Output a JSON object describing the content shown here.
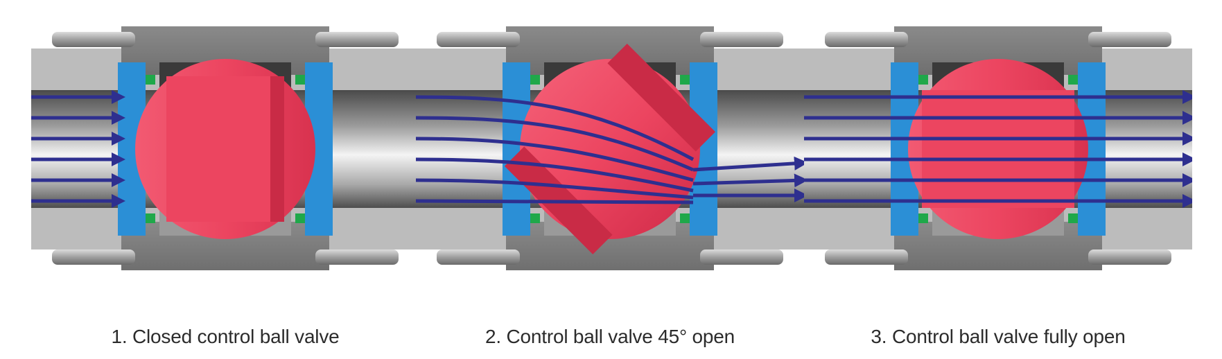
{
  "panels": [
    {
      "caption": "1. Closed control ball valve",
      "state": "closed",
      "rotation_deg": 0
    },
    {
      "caption": "2. Control ball valve 45° open",
      "state": "partially-open",
      "rotation_deg": 45
    },
    {
      "caption": "3. Control ball valve fully open",
      "state": "fully-open",
      "rotation_deg": 90
    }
  ],
  "colors": {
    "ball": "#ec4560",
    "ball_shadow": "#c92b46",
    "seat": "#2b8fd6",
    "seal": "#1fa84a",
    "flow": "#2e2f8f",
    "body_dark": "#7d7d7d",
    "body_light": "#bcbcbc",
    "bore_dark": "#3a3a3a"
  }
}
